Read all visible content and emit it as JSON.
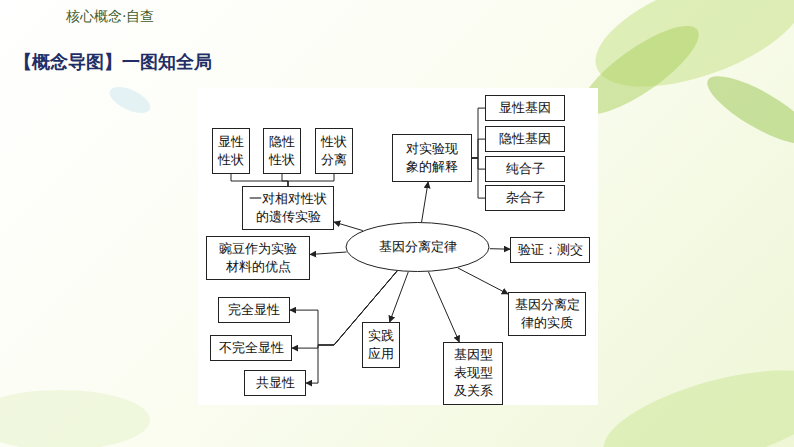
{
  "diagram": {
    "title": "【概念导图】一图知全局",
    "nodes": [
      {
        "text": [
          "显性性状"
        ]
      },
      {
        "text": [
          "隐性性状"
        ]
      },
      {
        "text": [
          "性状分离"
        ]
      },
      {
        "text": [
          "显性基因"
        ]
      },
      {
        "text": [
          "对实验现象的解释"
        ]
      },
      {
        "text": [
          "隐性基因"
        ]
      },
      {
        "text": [
          "纯合子"
        ]
      },
      {
        "text": [
          "一对相对性状的遗传实验"
        ]
      },
      {
        "text": [
          "杂合子"
        ]
      },
      {
        "text": [
          "基因分离定律"
        ]
      },
      {
        "text": [
          "豌豆作为实验材料的优点"
        ]
      },
      {
        "text": [
          "验证：测交"
        ]
      },
      {
        "text": [
          "完全显性"
        ]
      },
      {
        "text": [
          "基因分离定律的实质"
        ]
      },
      {
        "text": [
          "不完全显性"
        ]
      },
      {
        "text": [
          "实践应用"
        ]
      },
      {
        "text": [
          "共显性"
        ]
      },
      {
        "text": [
          "基因型表现型及关系"
        ]
      }
    ],
    "edges": [
      {
        "from": 7,
        "to": 0,
        "arrow": "none"
      },
      {
        "from": 7,
        "to": 1,
        "arrow": "none"
      },
      {
        "from": 7,
        "to": 2,
        "arrow": "none"
      },
      {
        "from": 4,
        "to": 3,
        "arrow": "none"
      },
      {
        "from": 4,
        "to": 5,
        "arrow": "none"
      },
      {
        "from": 4,
        "to": 6,
        "arrow": "none"
      },
      {
        "from": 4,
        "to": 8,
        "arrow": "none"
      },
      {
        "from": 9,
        "to": 7,
        "arrow": "to"
      },
      {
        "from": 9,
        "to": 4,
        "arrow": "to"
      },
      {
        "from": 9,
        "to": 10,
        "arrow": "to"
      },
      {
        "from": 9,
        "to": 11,
        "arrow": "to"
      },
      {
        "from": 9,
        "to": 13,
        "arrow": "to"
      },
      {
        "from": 9,
        "to": 17,
        "arrow": "to"
      },
      {
        "from": 9,
        "to": 15,
        "arrow": "to"
      },
      {
        "from": 9,
        "to": 12,
        "arrow": "to"
      },
      {
        "from": 9,
        "to": 14,
        "arrow": "to"
      },
      {
        "from": 9,
        "to": 16,
        "arrow": "to"
      }
    ],
    "labels": [
      "核心概念·自查"
    ]
  }
}
